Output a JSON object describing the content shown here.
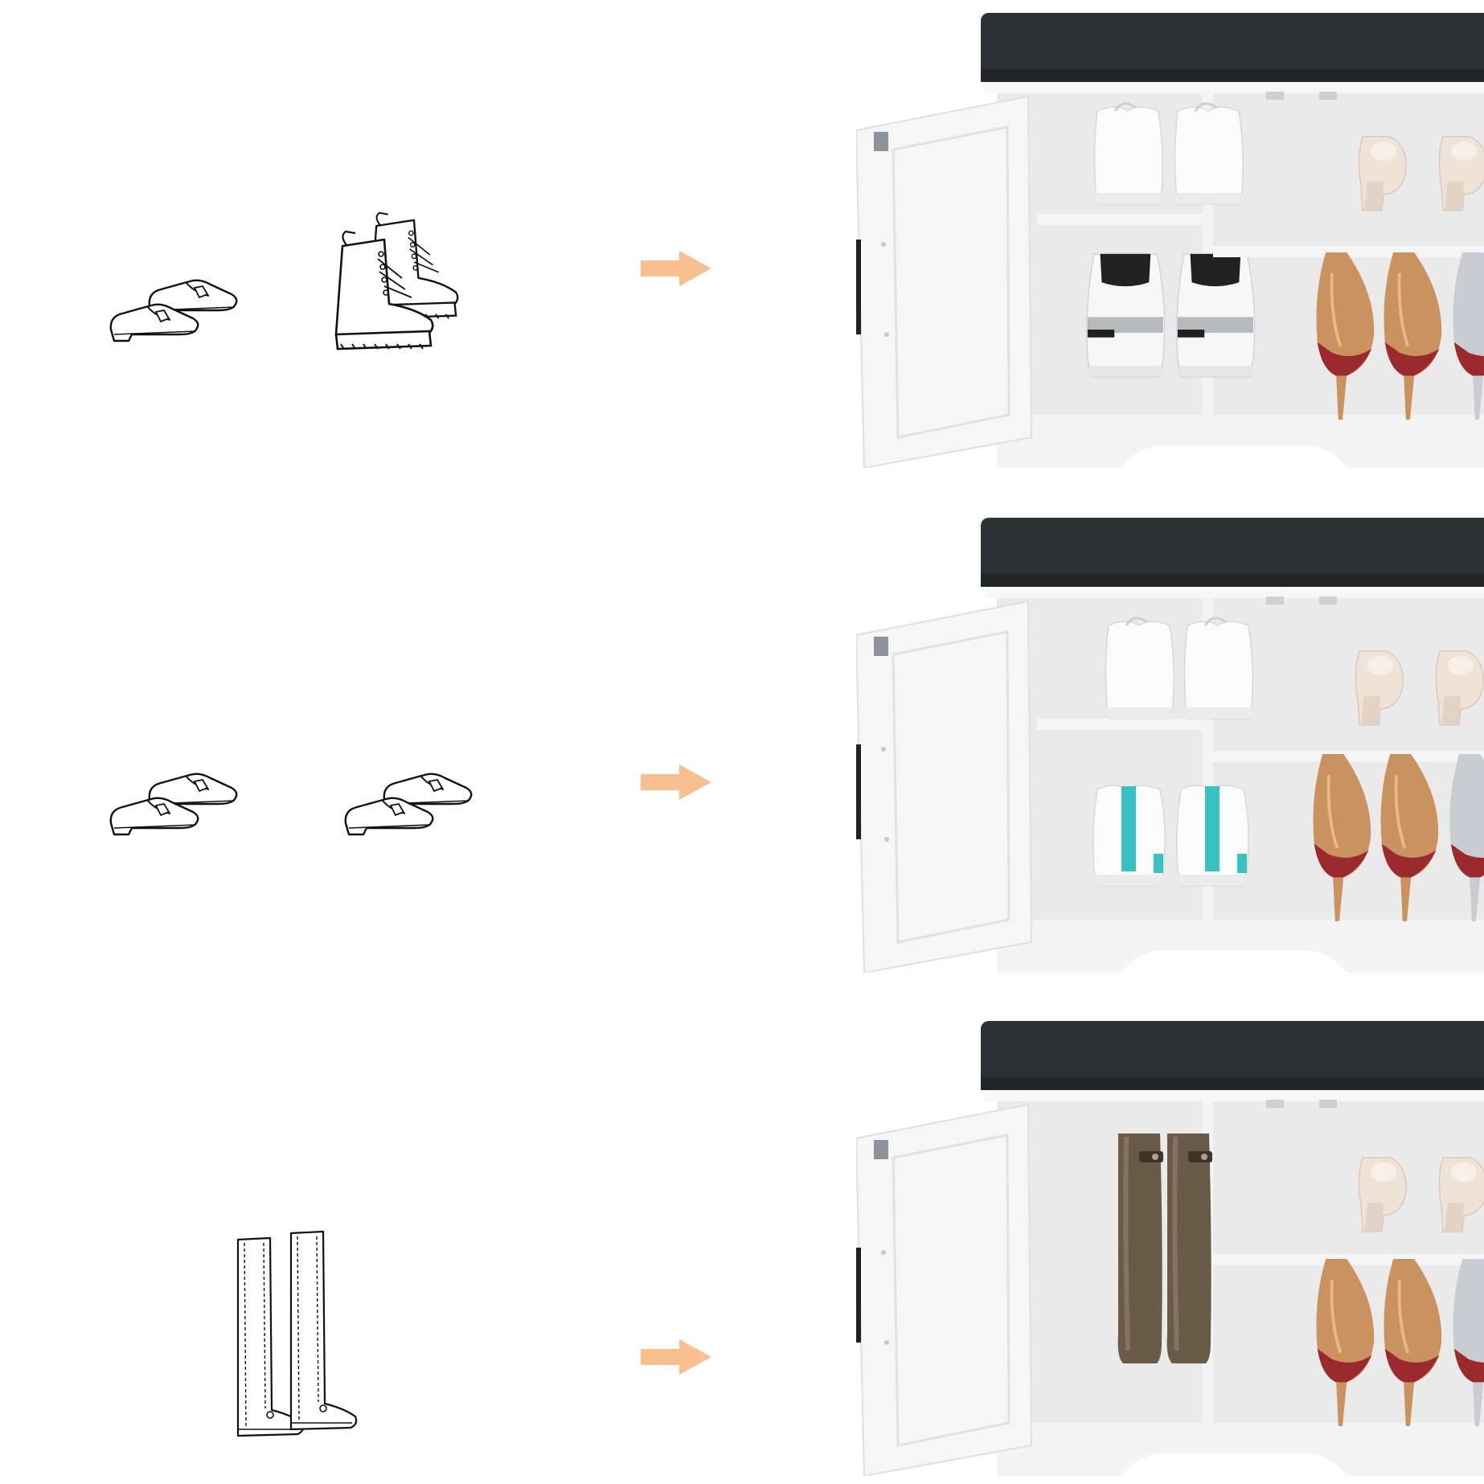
{
  "colors": {
    "arrow": "#f7c08e",
    "cushion": "#2f3033",
    "cabinet": "#f4f4f4",
    "cabinet_shadow": "#e2e2e2",
    "interior": "#eaeaea",
    "heel_gold": "#c9925e",
    "heel_sole": "#9b2a2e",
    "heel_silver": "#c9ccd1",
    "pump_cream": "#efe2d6",
    "boot_brown": "#6a5a48",
    "sneaker_accent": "#38c2c4",
    "sneaker_grey": "#b7b9bd",
    "sneaker_black": "#222222"
  },
  "scenes": [
    {
      "id": "row-1",
      "left_icons": [
        "loafers-icon",
        "combat-boots-icon"
      ],
      "shelf_left_top": "white-sneakers",
      "shelf_left_bottom": "high-top-sneakers",
      "shelf_right_top": "cream-pumps",
      "shelf_right_bottom": "glitter-heels"
    },
    {
      "id": "row-2",
      "left_icons": [
        "loafers-icon",
        "loafers-icon"
      ],
      "shelf_left_top": "white-sneakers",
      "shelf_left_bottom": "teal-accent-sneakers",
      "shelf_right_top": "cream-pumps",
      "shelf_right_bottom": "glitter-heels"
    },
    {
      "id": "row-3",
      "left_icons": [
        "tall-boots-icon"
      ],
      "shelf_left_full": "tall-brown-boots",
      "shelf_right_top": "cream-pumps",
      "shelf_right_bottom": "glitter-heels"
    }
  ]
}
